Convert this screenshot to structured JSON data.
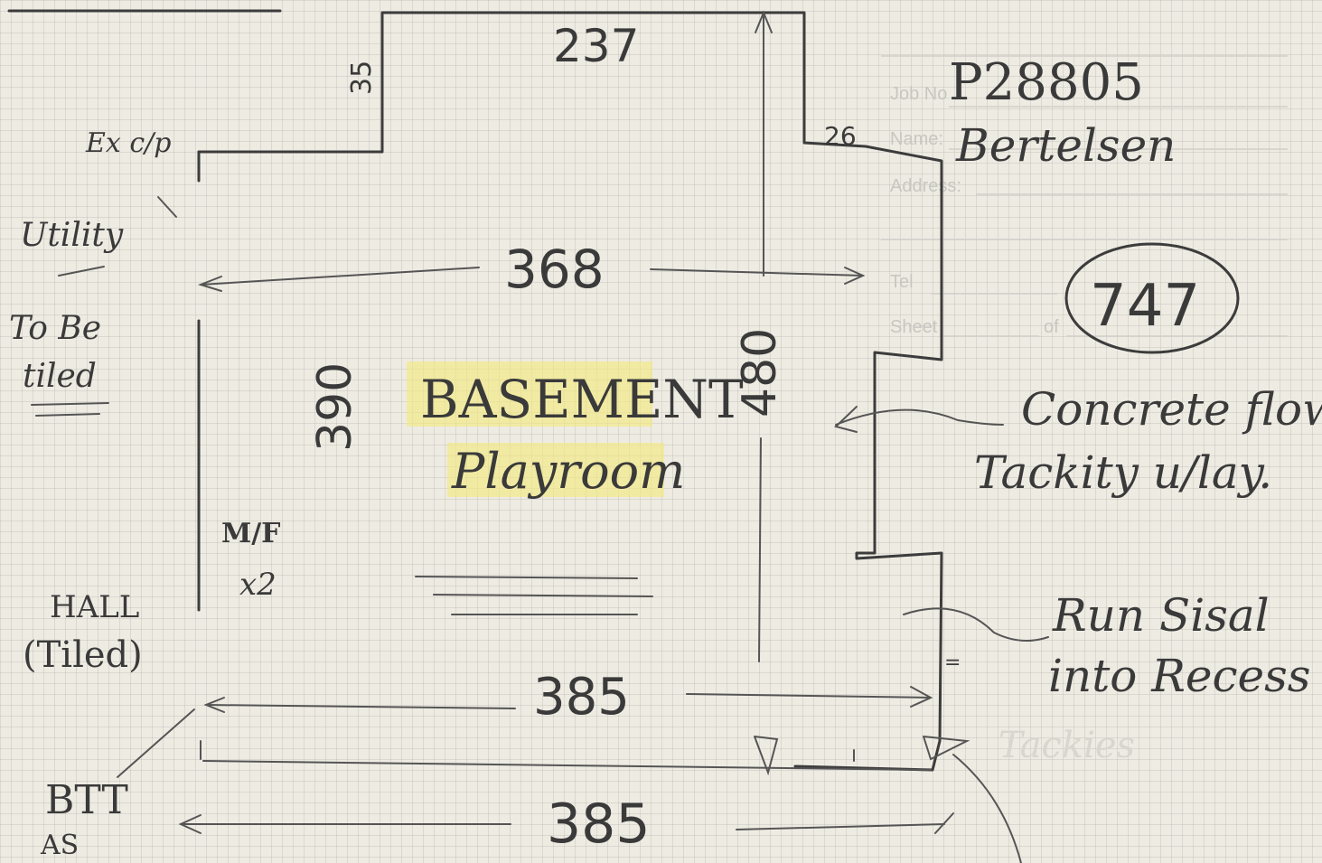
{
  "job_form": {
    "job_no_label": "Job No",
    "job_no_value": "P28805",
    "name_label": "Name:",
    "name_value": "Bertelsen",
    "address_label": "Address:",
    "tel_label": "Tel",
    "sheet_label": "Sheet",
    "of_label": "of"
  },
  "circled_number": "747",
  "room": {
    "line1": "BASEMENT",
    "line2": "Playroom"
  },
  "dimensions": {
    "top_notch_width": "237",
    "notch_left_depth": "35",
    "notch_right_depth": "26",
    "upper_width": "368",
    "left_height": "390",
    "right_height": "480",
    "lower_width_inner": "385",
    "lower_width_outer": "385"
  },
  "notes": {
    "ex_cp": "Ex c/p",
    "utility": "Utility",
    "to_be_tiled_1": "To Be",
    "to_be_tiled_2": "tiled",
    "mf": "M/F",
    "mf_count": "x2",
    "hall_1": "HALL",
    "hall_2": "(Tiled)",
    "btt_1": "BTT",
    "btt_2": "AS",
    "concrete_1": "Concrete flow",
    "concrete_2": "Tackity u/lay.",
    "recess_1": "Run Sisal",
    "recess_2": "into Recess",
    "tackies": "Tackies"
  },
  "colors": {
    "pencil": "#3c3c3c",
    "highlight": "#f3ea7a",
    "paper": "#eeebe2"
  }
}
